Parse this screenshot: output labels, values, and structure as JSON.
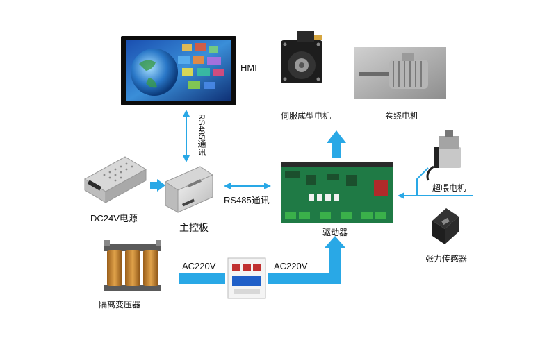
{
  "labels": {
    "hmi": "HMI",
    "servo_motor": "伺服成型电机",
    "winding_motor": "卷绕电机",
    "rs485_vertical": "RS485通讯",
    "rs485_horizontal": "RS485通讯",
    "power_supply": "DC24V电源",
    "main_board": "主控板",
    "driver": "驱动器",
    "feed_motor": "超喂电机",
    "tension_sensor": "张力传感器",
    "transformer": "隔离变压器",
    "ac_left": "AC220V",
    "ac_right": "AC220V"
  },
  "colors": {
    "arrow_blue": "#29a8e6",
    "pcb_green": "#1f7a45",
    "screen_frame": "#111111",
    "transformer_copper": "#c9882e"
  }
}
